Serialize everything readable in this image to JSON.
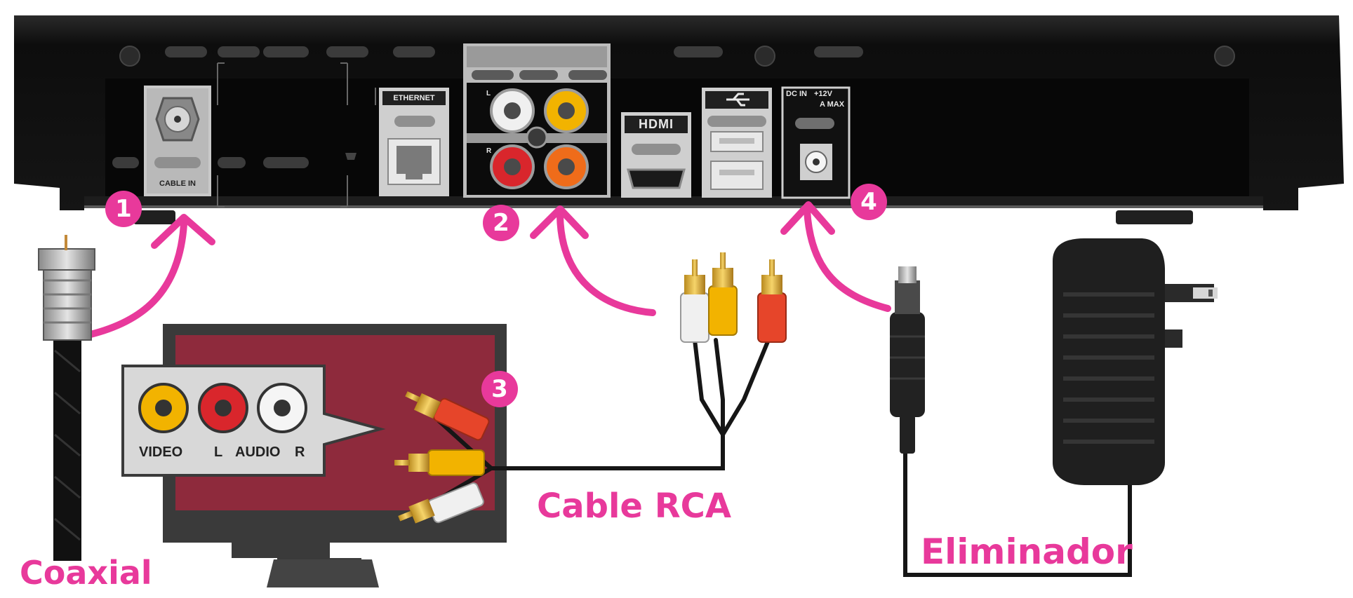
{
  "device": {
    "port_labels": {
      "cable_in": "CABLE IN",
      "ethernet": "ETHERNET",
      "hdmi": "HDMI",
      "dc_in": "DC IN",
      "dc_rating": "+12V",
      "dc_max": "A MAX",
      "rca_left": "L",
      "rca_right": "R"
    }
  },
  "steps": [
    "1",
    "2",
    "3",
    "4"
  ],
  "tv_panel": {
    "video": "VIDEO",
    "audio": "AUDIO",
    "left": "L",
    "right": "R"
  },
  "labels": {
    "coaxial": "Coaxial",
    "rca": "Cable RCA",
    "power": "Eliminador"
  },
  "colors": {
    "accent": "#e8399b",
    "device_body": "#121212",
    "tv_screen": "#8e2a3c",
    "rca_white": "#f0f0f0",
    "rca_yellow": "#f2b300",
    "rca_red": "#e6452a"
  }
}
